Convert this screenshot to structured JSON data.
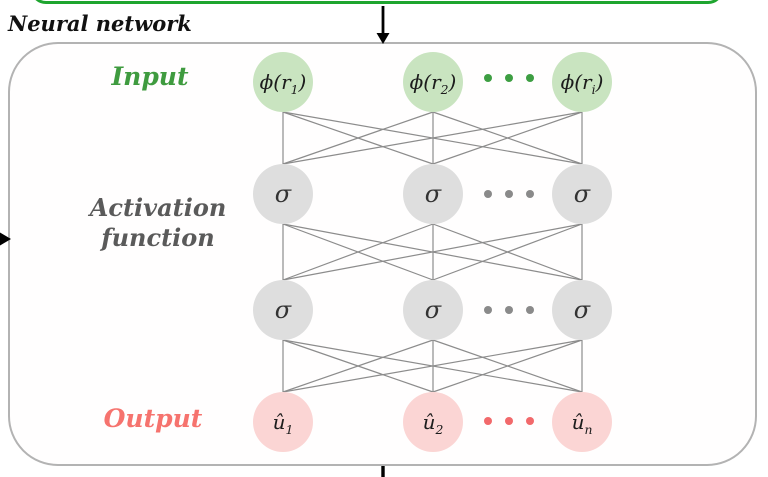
{
  "figure": {
    "title": "Neural network",
    "title_color": "#111111",
    "top_box_border_color": "#1ea52f",
    "main_box_border_color": "#b3b3b3",
    "connection_color": "#8c8c8c",
    "arrow_color": "#000000"
  },
  "network": {
    "rows": [
      {
        "label": "Input",
        "label_color": "#3f9b3f",
        "node_color": "#c9e4c0",
        "dot_color": "#3d9e42",
        "nodes": [
          {
            "base": "ϕ(r",
            "sub": "1",
            "suffix": ")"
          },
          {
            "base": "ϕ(r",
            "sub": "2",
            "suffix": ")"
          },
          {
            "base": "ϕ(r",
            "sub": "i",
            "suffix": ")"
          }
        ]
      },
      {
        "label_line1": "Activation",
        "label_line2": "function",
        "label_color": "#5a5a5a",
        "node_color": "#dedede",
        "dot_color": "#8a8a8a",
        "nodes": [
          {
            "base": "σ",
            "sub": "",
            "suffix": ""
          },
          {
            "base": "σ",
            "sub": "",
            "suffix": ""
          },
          {
            "base": "σ",
            "sub": "",
            "suffix": ""
          }
        ]
      },
      {
        "node_color": "#dedede",
        "dot_color": "#8a8a8a",
        "nodes": [
          {
            "base": "σ",
            "sub": "",
            "suffix": ""
          },
          {
            "base": "σ",
            "sub": "",
            "suffix": ""
          },
          {
            "base": "σ",
            "sub": "",
            "suffix": ""
          }
        ]
      },
      {
        "label": "Output",
        "label_color": "#f6736e",
        "node_color": "#fbd5d4",
        "dot_color": "#f2696b",
        "nodes": [
          {
            "base": "û",
            "sub": "1",
            "suffix": ""
          },
          {
            "base": "û",
            "sub": "2",
            "suffix": ""
          },
          {
            "base": "û",
            "sub": "n",
            "suffix": ""
          }
        ]
      }
    ]
  }
}
